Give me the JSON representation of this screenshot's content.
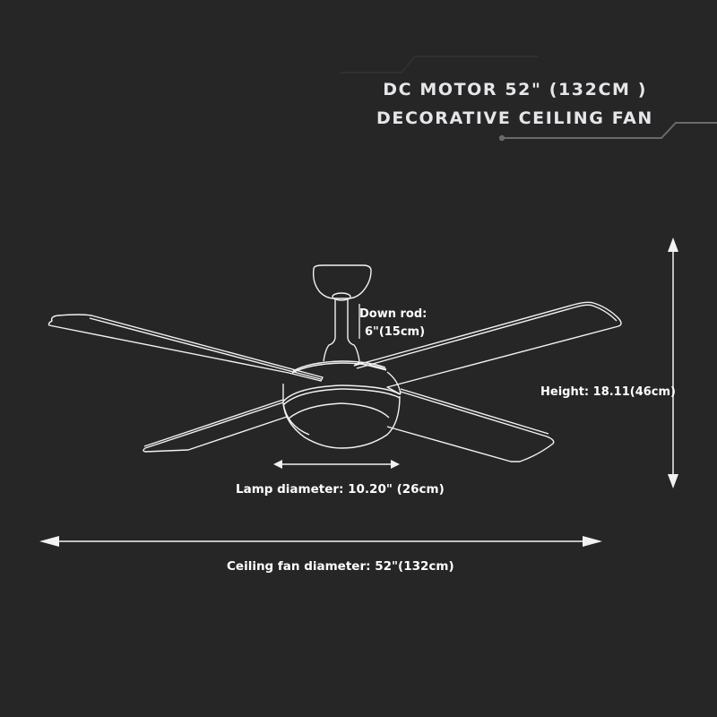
{
  "title": {
    "line1": "DC MOTOR 52\" (132CM )",
    "line2": "DECORATIVE CEILING FAN"
  },
  "dimensions": {
    "down_rod": {
      "label": "Down rod:",
      "value": "6\"(15cm)"
    },
    "height": {
      "label": "Height: 18.11(46cm)"
    },
    "lamp_diameter": {
      "label": "Lamp diameter: 10.20\" (26cm)"
    },
    "fan_diameter": {
      "label": "Ceiling fan diameter: 52\"(132cm)"
    }
  },
  "colors": {
    "background": "#262626",
    "line": "#f2f2f2",
    "title_text": "#e6e6ea",
    "accent_line": "#6a6a6a"
  }
}
